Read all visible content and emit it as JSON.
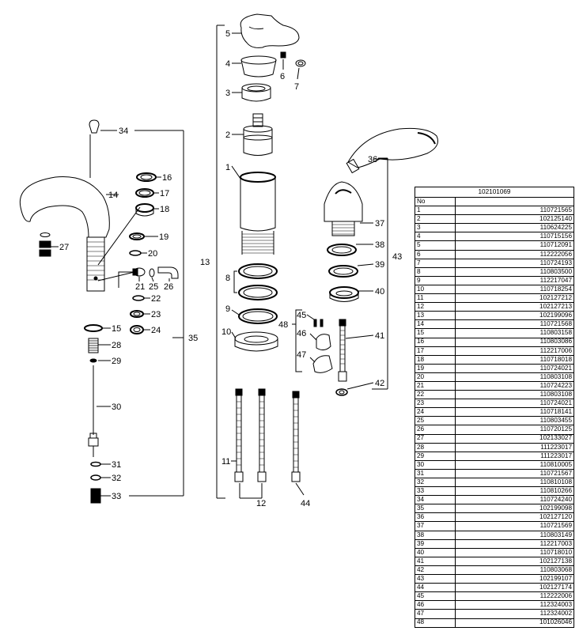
{
  "table": {
    "title": "102101069",
    "header_no": "No",
    "rows": [
      {
        "no": "1",
        "code": "110721565"
      },
      {
        "no": "2",
        "code": "102125140"
      },
      {
        "no": "3",
        "code": "110624225"
      },
      {
        "no": "4",
        "code": "110715156"
      },
      {
        "no": "5",
        "code": "110712091"
      },
      {
        "no": "6",
        "code": "112222056"
      },
      {
        "no": "7",
        "code": "110724193"
      },
      {
        "no": "8",
        "code": "110803500"
      },
      {
        "no": "9",
        "code": "112217047"
      },
      {
        "no": "10",
        "code": "110718254"
      },
      {
        "no": "11",
        "code": "102127212"
      },
      {
        "no": "12",
        "code": "102127213"
      },
      {
        "no": "13",
        "code": "102199096"
      },
      {
        "no": "14",
        "code": "110721568"
      },
      {
        "no": "15",
        "code": "110803158"
      },
      {
        "no": "16",
        "code": "110803086"
      },
      {
        "no": "17",
        "code": "112217006"
      },
      {
        "no": "18",
        "code": "110718018"
      },
      {
        "no": "19",
        "code": "110724021"
      },
      {
        "no": "20",
        "code": "110803108"
      },
      {
        "no": "21",
        "code": "110724223"
      },
      {
        "no": "22",
        "code": "110803108"
      },
      {
        "no": "23",
        "code": "110724021"
      },
      {
        "no": "24",
        "code": "110718141"
      },
      {
        "no": "25",
        "code": "110803455"
      },
      {
        "no": "26",
        "code": "110720125"
      },
      {
        "no": "27",
        "code": "102133027"
      },
      {
        "no": "28",
        "code": "111223017"
      },
      {
        "no": "29",
        "code": "111223017"
      },
      {
        "no": "30",
        "code": "110810005"
      },
      {
        "no": "31",
        "code": "110721567"
      },
      {
        "no": "32",
        "code": "110810108"
      },
      {
        "no": "33",
        "code": "110810266"
      },
      {
        "no": "34",
        "code": "110724240"
      },
      {
        "no": "35",
        "code": "102199098"
      },
      {
        "no": "36",
        "code": "102127120"
      },
      {
        "no": "37",
        "code": "110721569"
      },
      {
        "no": "38",
        "code": "110803149"
      },
      {
        "no": "39",
        "code": "112217003"
      },
      {
        "no": "40",
        "code": "110718010"
      },
      {
        "no": "41",
        "code": "102127138"
      },
      {
        "no": "42",
        "code": "110803068"
      },
      {
        "no": "43",
        "code": "102199107"
      },
      {
        "no": "44",
        "code": "102127174"
      },
      {
        "no": "45",
        "code": "112222006"
      },
      {
        "no": "46",
        "code": "112324003"
      },
      {
        "no": "47",
        "code": "112324002"
      },
      {
        "no": "48",
        "code": "101026046"
      }
    ]
  },
  "callouts": [
    {
      "id": "c5",
      "text": "5"
    },
    {
      "id": "c4",
      "text": "4"
    },
    {
      "id": "c6",
      "text": "6"
    },
    {
      "id": "c7",
      "text": "7"
    },
    {
      "id": "c3",
      "text": "3"
    },
    {
      "id": "c2",
      "text": "2"
    },
    {
      "id": "c1",
      "text": "1"
    },
    {
      "id": "c13",
      "text": "13"
    },
    {
      "id": "c8",
      "text": "8"
    },
    {
      "id": "c9",
      "text": "9"
    },
    {
      "id": "c10",
      "text": "10"
    },
    {
      "id": "c11",
      "text": "11"
    },
    {
      "id": "c12",
      "text": "12"
    },
    {
      "id": "c44",
      "text": "44"
    },
    {
      "id": "c34",
      "text": "34"
    },
    {
      "id": "c14",
      "text": "14"
    },
    {
      "id": "c27",
      "text": "27"
    },
    {
      "id": "c16",
      "text": "16"
    },
    {
      "id": "c17",
      "text": "17"
    },
    {
      "id": "c18",
      "text": "18"
    },
    {
      "id": "c19",
      "text": "19"
    },
    {
      "id": "c20",
      "text": "20"
    },
    {
      "id": "c21",
      "text": "21"
    },
    {
      "id": "c25",
      "text": "25"
    },
    {
      "id": "c26",
      "text": "26"
    },
    {
      "id": "c22",
      "text": "22"
    },
    {
      "id": "c23",
      "text": "23"
    },
    {
      "id": "c24",
      "text": "24"
    },
    {
      "id": "c15",
      "text": "15"
    },
    {
      "id": "c28",
      "text": "28"
    },
    {
      "id": "c29",
      "text": "29"
    },
    {
      "id": "c30",
      "text": "30"
    },
    {
      "id": "c31",
      "text": "31"
    },
    {
      "id": "c32",
      "text": "32"
    },
    {
      "id": "c33",
      "text": "33"
    },
    {
      "id": "c35",
      "text": "35"
    },
    {
      "id": "c36",
      "text": "36"
    },
    {
      "id": "c37",
      "text": "37"
    },
    {
      "id": "c38",
      "text": "38"
    },
    {
      "id": "c39",
      "text": "39"
    },
    {
      "id": "c40",
      "text": "40"
    },
    {
      "id": "c43",
      "text": "43"
    },
    {
      "id": "c41",
      "text": "41"
    },
    {
      "id": "c42",
      "text": "42"
    },
    {
      "id": "c45",
      "text": "45"
    },
    {
      "id": "c46",
      "text": "46"
    },
    {
      "id": "c47",
      "text": "47"
    },
    {
      "id": "c48",
      "text": "48"
    }
  ]
}
